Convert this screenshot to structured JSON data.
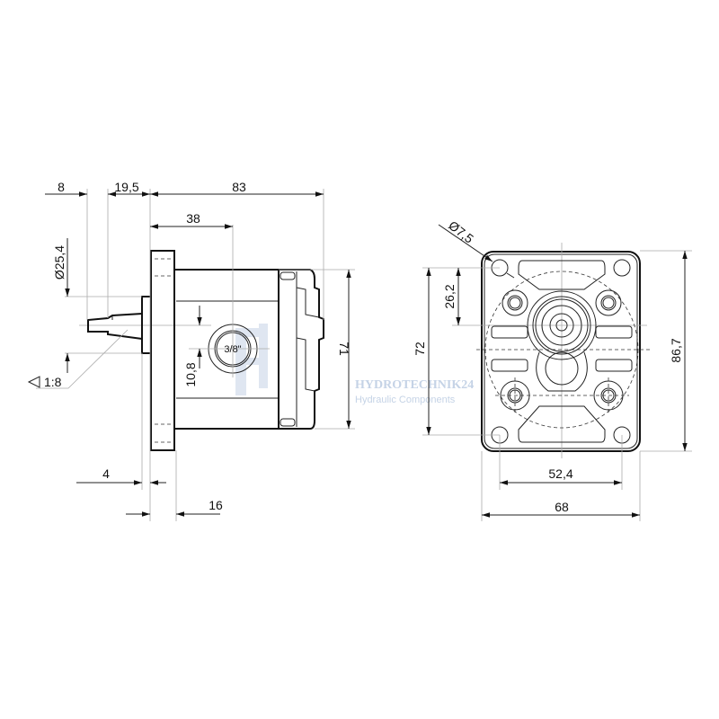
{
  "side_view": {
    "dim_shaft_tip": "8",
    "dim_shaft_length": "19,5",
    "dim_body_length": "83",
    "dim_port_position": "38",
    "dim_shaft_diameter": "Ø25,4",
    "dim_port_offset": "10,8",
    "dim_body_height": "71",
    "taper_label": "1:8",
    "dim_pilot": "4",
    "dim_flange": "16",
    "port_label": "3/8\""
  },
  "front_view": {
    "dim_hole_diameter": "Ø7,5",
    "dim_center_offset": "26,2",
    "dim_hole_spacing_vertical": "72",
    "dim_total_height": "86,7",
    "dim_hole_spacing_horizontal": "52,4",
    "dim_total_width": "68"
  },
  "watermark": {
    "brand": "HYDROTECHNIK24",
    "tagline": "Hydraulic Components"
  }
}
